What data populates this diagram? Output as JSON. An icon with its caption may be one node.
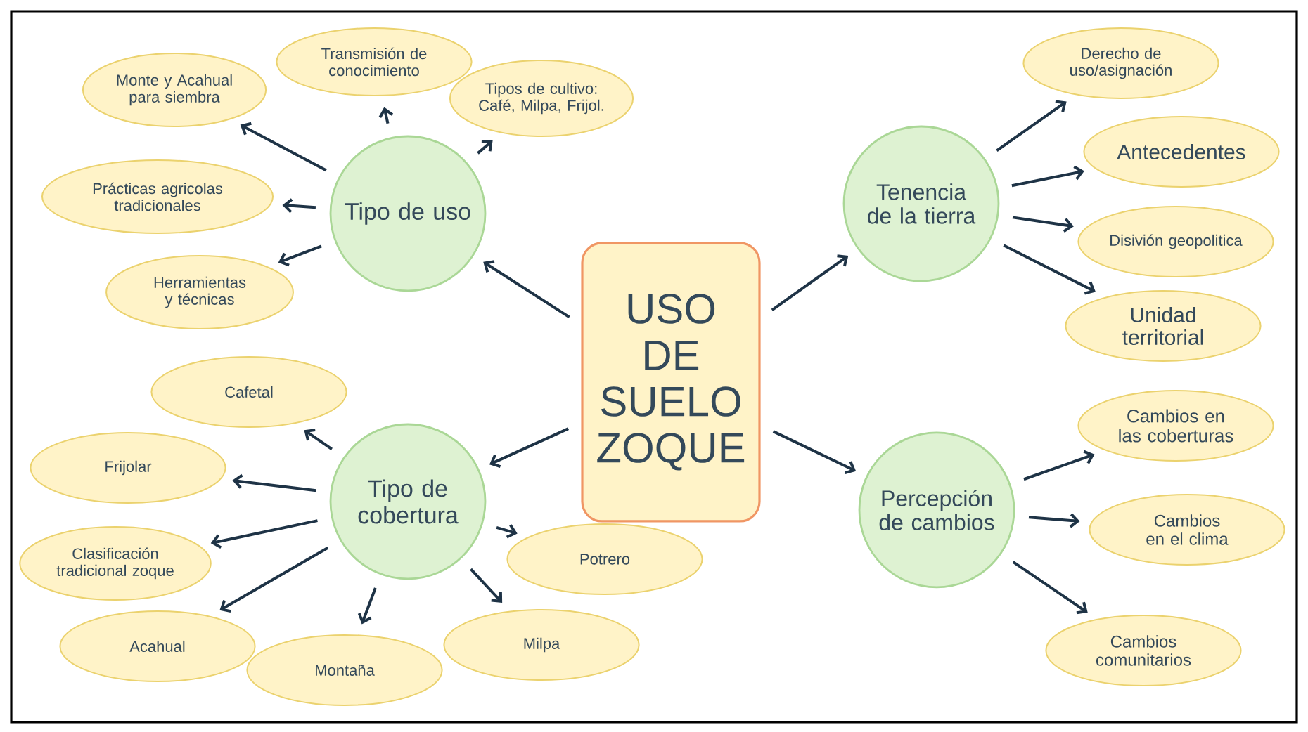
{
  "diagram": {
    "nodes": [
      {
        "text": [
          "USO DE SUELO ZOQUE"
        ]
      },
      {
        "text": [
          "Tipo de uso"
        ]
      },
      {
        "text": [
          "Monte y Acahual para siembra"
        ]
      },
      {
        "text": [
          "Transmisión de conocimiento"
        ]
      },
      {
        "text": [
          "Tipos de cultivo: Café, Milpa, Frijol."
        ]
      },
      {
        "text": [
          "Prácticas agricolas tradicionales"
        ]
      },
      {
        "text": [
          "Herramientas y técnicas"
        ]
      },
      {
        "text": [
          "Tipo de cobertura"
        ]
      },
      {
        "text": [
          "Cafetal"
        ]
      },
      {
        "text": [
          "Frijolar"
        ]
      },
      {
        "text": [
          "Clasificación tradicional zoque"
        ]
      },
      {
        "text": [
          "Acahual"
        ]
      },
      {
        "text": [
          "Montaña"
        ]
      },
      {
        "text": [
          "Milpa"
        ]
      },
      {
        "text": [
          "Potrero"
        ]
      },
      {
        "text": [
          "Tenencia de la tierra"
        ]
      },
      {
        "text": [
          "Derecho de uso/asignación"
        ]
      },
      {
        "text": [
          "Antecedentes"
        ]
      },
      {
        "text": [
          "Disivión geopolitica"
        ]
      },
      {
        "text": [
          "Unidad territorial"
        ]
      },
      {
        "text": [
          "Percepción de cambios"
        ]
      },
      {
        "text": [
          "Cambios en las coberturas"
        ]
      },
      {
        "text": [
          "Cambios en el clima"
        ]
      },
      {
        "text": [
          "Cambios comunitarios"
        ]
      }
    ],
    "edges": [
      {
        "from": 0,
        "to": 1,
        "arrow": "to"
      },
      {
        "from": 1,
        "to": 2,
        "arrow": "to"
      },
      {
        "from": 1,
        "to": 3,
        "arrow": "to"
      },
      {
        "from": 1,
        "to": 4,
        "arrow": "to"
      },
      {
        "from": 1,
        "to": 5,
        "arrow": "to"
      },
      {
        "from": 1,
        "to": 6,
        "arrow": "to"
      },
      {
        "from": 0,
        "to": 7,
        "arrow": "to"
      },
      {
        "from": 7,
        "to": 8,
        "arrow": "to"
      },
      {
        "from": 7,
        "to": 9,
        "arrow": "to"
      },
      {
        "from": 7,
        "to": 10,
        "arrow": "to"
      },
      {
        "from": 7,
        "to": 11,
        "arrow": "to"
      },
      {
        "from": 7,
        "to": 12,
        "arrow": "to"
      },
      {
        "from": 7,
        "to": 13,
        "arrow": "to"
      },
      {
        "from": 7,
        "to": 14,
        "arrow": "to"
      },
      {
        "from": 0,
        "to": 15,
        "arrow": "to"
      },
      {
        "from": 15,
        "to": 16,
        "arrow": "to"
      },
      {
        "from": 15,
        "to": 17,
        "arrow": "to"
      },
      {
        "from": 15,
        "to": 18,
        "arrow": "to"
      },
      {
        "from": 15,
        "to": 19,
        "arrow": "to"
      },
      {
        "from": 0,
        "to": 20,
        "arrow": "to"
      },
      {
        "from": 20,
        "to": 21,
        "arrow": "to"
      },
      {
        "from": 20,
        "to": 22,
        "arrow": "to"
      },
      {
        "from": 20,
        "to": 23,
        "arrow": "to"
      }
    ]
  }
}
